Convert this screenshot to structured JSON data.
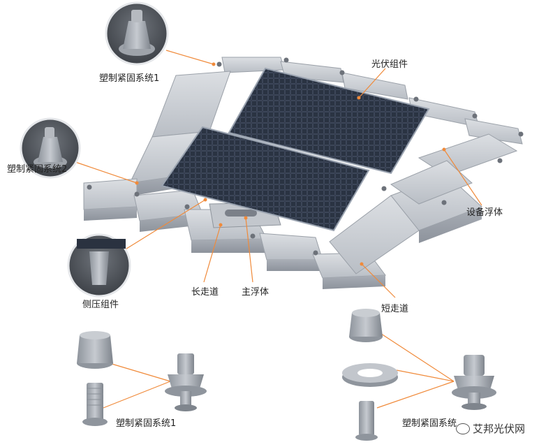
{
  "labels": {
    "module": "光伏组件",
    "fastening_1_top": "塑制紧固系统1",
    "fastening_2": "塑制紧固系统2",
    "equipment_float": "设备浮体",
    "side_press": "侧压组件",
    "long_walkway": "长走道",
    "main_float": "主浮体",
    "short_walkway": "短走道",
    "fastening_1_bottom": "塑制紧固系统1",
    "fastening_bottom_right": "塑制紧固系统"
  },
  "watermark": "艾邦光伏网",
  "colors": {
    "leader_line": "#f08a3a",
    "float_body": "#c9cdd3",
    "panel": "#1e2430",
    "panel_grid": "#5b6678"
  }
}
